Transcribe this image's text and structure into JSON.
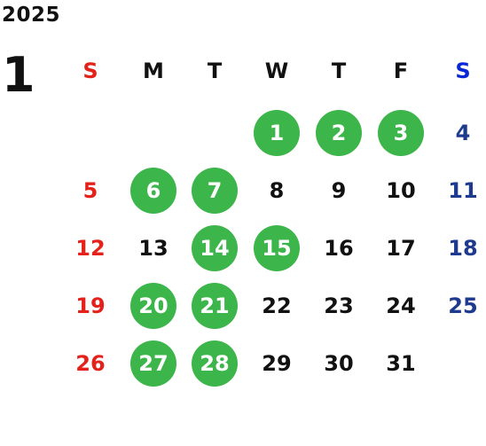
{
  "calendar": {
    "year": "2025",
    "month": "1",
    "colors": {
      "sunday": "#e3231b",
      "saturday_header": "#0a27d6",
      "saturday": "#1e3a8e",
      "weekday": "#111111",
      "highlight": "#3cb54a",
      "highlight_text": "#ffffff"
    },
    "weekdays": [
      "S",
      "M",
      "T",
      "W",
      "T",
      "F",
      "S"
    ],
    "weeks": [
      [
        "",
        "",
        "",
        "1",
        "2",
        "3",
        "4"
      ],
      [
        "5",
        "6",
        "7",
        "8",
        "9",
        "10",
        "11"
      ],
      [
        "12",
        "13",
        "14",
        "15",
        "16",
        "17",
        "18"
      ],
      [
        "19",
        "20",
        "21",
        "22",
        "23",
        "24",
        "25"
      ],
      [
        "26",
        "27",
        "28",
        "29",
        "30",
        "31",
        ""
      ]
    ],
    "highlighted_days": [
      "1",
      "2",
      "3",
      "6",
      "7",
      "14",
      "15",
      "20",
      "21",
      "27",
      "28"
    ]
  }
}
